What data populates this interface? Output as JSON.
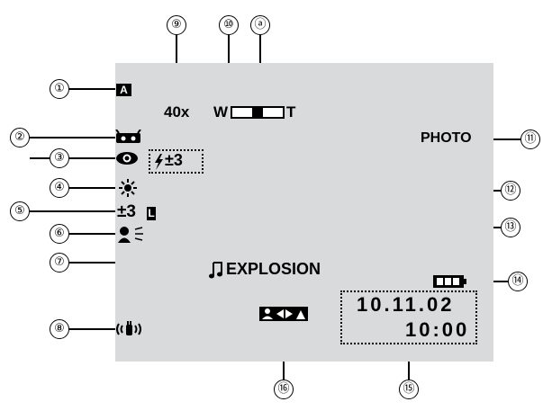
{
  "zoom": {
    "value": "40x",
    "wide": "W",
    "tele": "T",
    "level": 0.5
  },
  "mode_label": "PHOTO",
  "auto_mode": "A",
  "flash": {
    "sign": "±3"
  },
  "exposure": "±3",
  "lock_mark": "L",
  "program_ae": "EXPLOSION",
  "date": "10.11.02",
  "time": "10:00",
  "callouts": [
    "①",
    "②",
    "③",
    "④",
    "⑤",
    "⑥",
    "⑦",
    "⑧",
    "⑨",
    "⑩",
    "ⓐ",
    "⑪",
    "⑫",
    "⑬",
    "⑭",
    "⑮",
    "⑯"
  ],
  "icons": [
    "auto-mode-icon",
    "night-scope-icon",
    "red-eye-icon",
    "white-balance-icon",
    "exposure-icon",
    "backlight-icon",
    "iris-lock-icon",
    "stabilizer-icon",
    "flash-icon",
    "music-note-icon",
    "battery-icon",
    "playback-icon"
  ]
}
